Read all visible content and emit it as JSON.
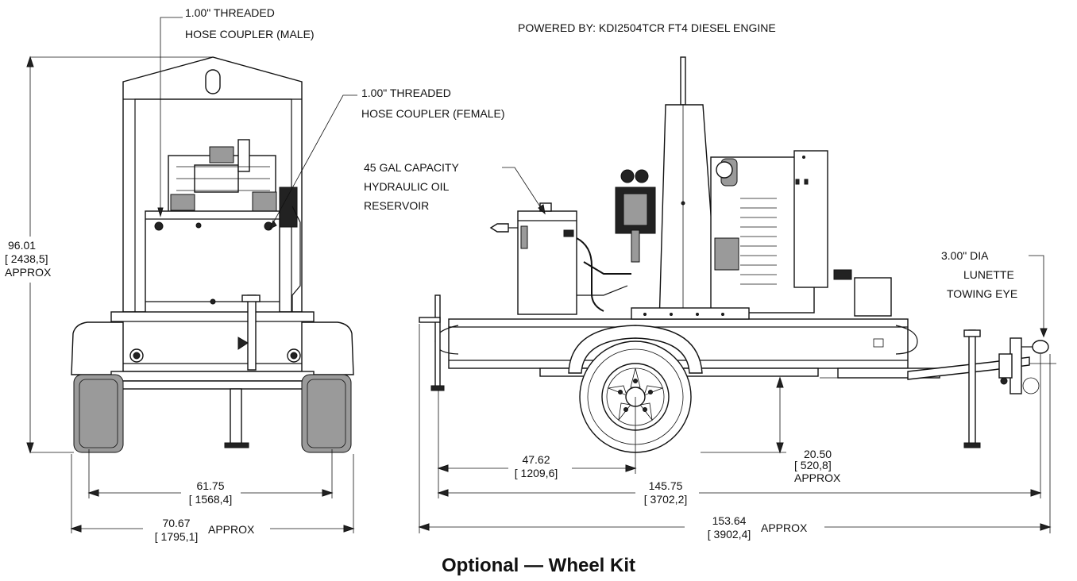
{
  "header": {
    "powered_by": "POWERED BY: KDI2504TCR FT4 DIESEL ENGINE"
  },
  "front_view": {
    "callout_male": [
      "1.00\" THREADED",
      "HOSE COUPLER (MALE)"
    ],
    "callout_female": [
      "1.00\" THREADED",
      "HOSE COUPLER (FEMALE)"
    ],
    "height_dim": [
      "96.01",
      "[ 2438,5]",
      "APPROX"
    ],
    "track_dim": [
      "61.75",
      "[ 1568,4]"
    ],
    "width_dim": [
      "70.67",
      "[ 1795,1]",
      "APPROX"
    ]
  },
  "side_view": {
    "callout_reservoir": [
      "45 GAL CAPACITY",
      "HYDRAULIC OIL",
      "RESERVOIR"
    ],
    "callout_lunette": [
      "3.00\" DIA",
      "LUNETTE",
      "TOWING EYE"
    ],
    "axle_dim": [
      "47.62",
      "[ 1209,6]"
    ],
    "ground_dim": [
      "20.50",
      "[ 520,8]",
      "APPROX"
    ],
    "length_dim": [
      "145.75",
      "[ 3702,2]"
    ],
    "overall_dim": [
      "153.64",
      "[ 3902,4]",
      "APPROX"
    ]
  },
  "caption": "Optional — Wheel Kit"
}
